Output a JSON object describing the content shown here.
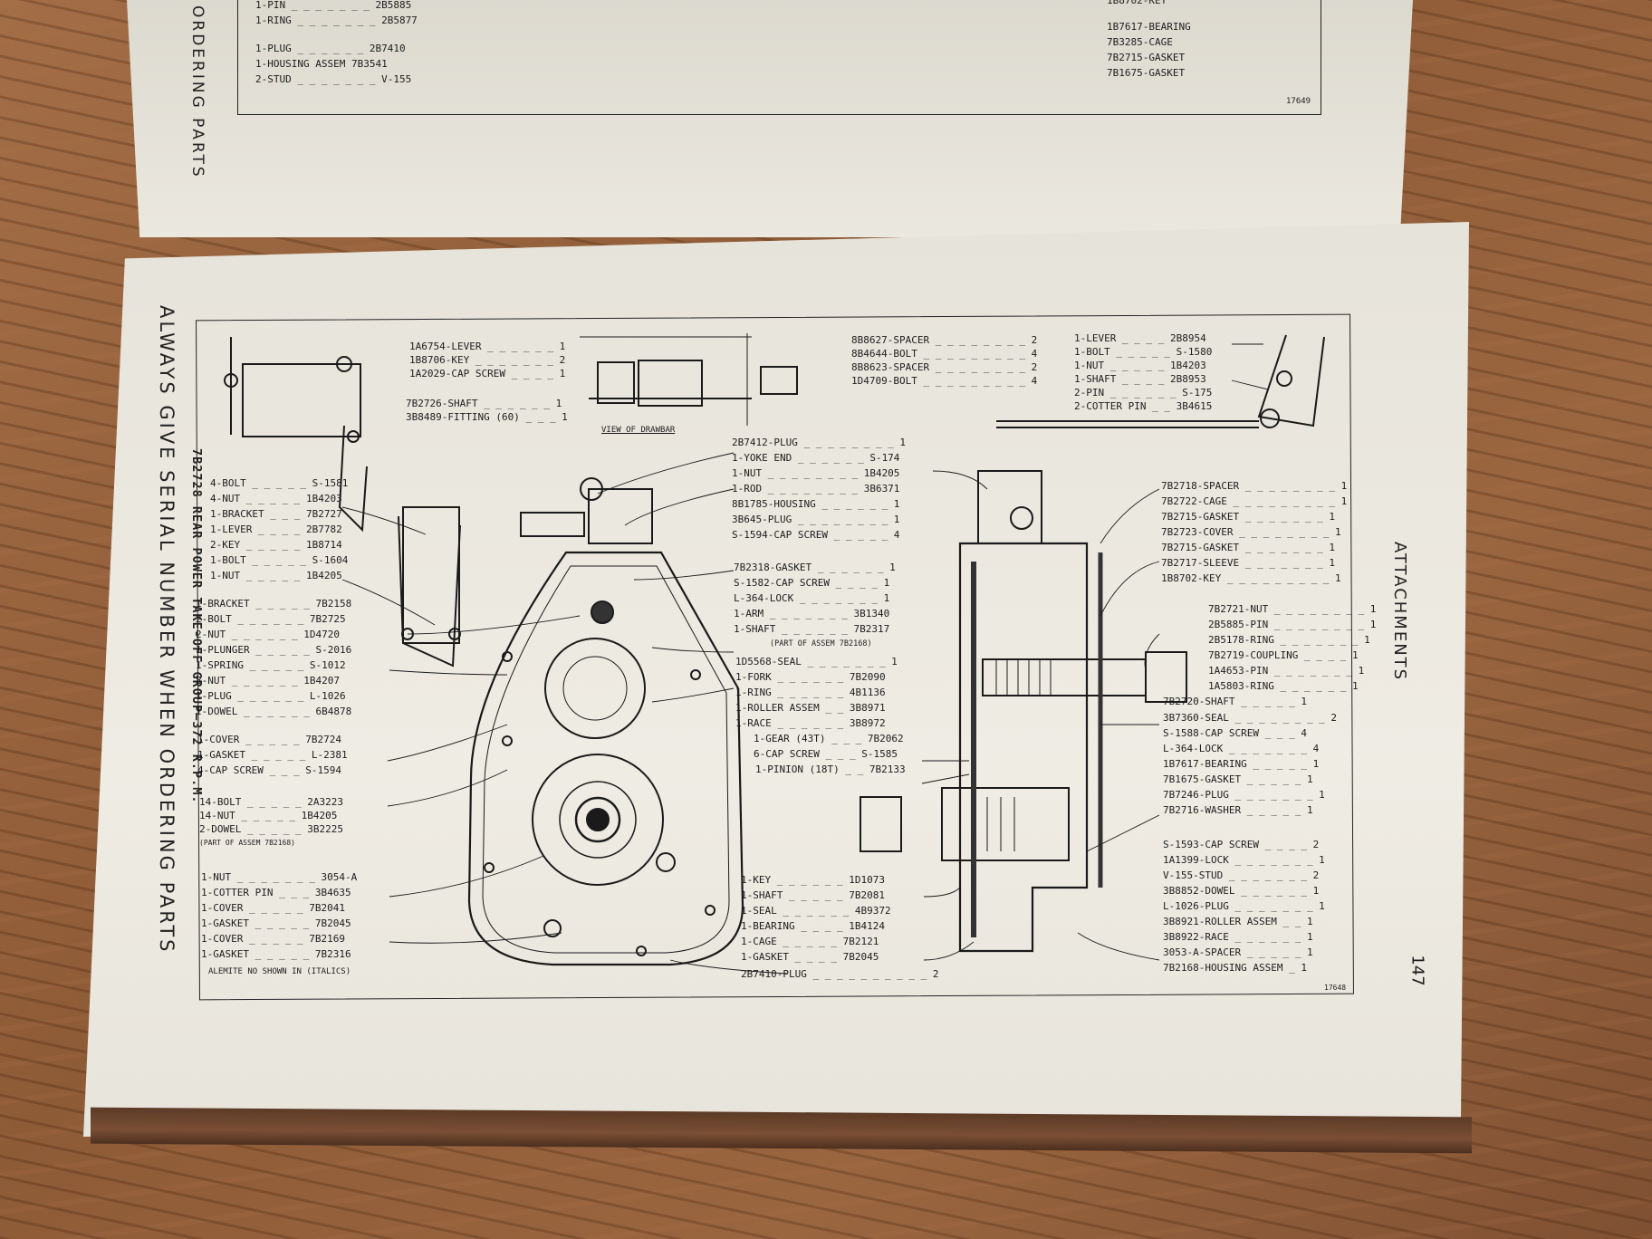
{
  "top_page": {
    "side_text": "ORDERING PARTS",
    "labels_left": [
      "1-PIN _ _ _ _ _ _ _ 2B5885",
      "1-RING _ _ _ _ _ _ _ 2B5877",
      "1-PLUG _ _ _ _ _ _ 2B7410",
      "1-HOUSING ASSEM 7B3541",
      "2-STUD _ _ _ _ _ _ _ V-155"
    ],
    "labels_right": [
      "1B8702-KEY",
      "1B7617-BEARING",
      "7B3285-CAGE",
      "7B2715-GASKET",
      "7B1675-GASKET"
    ],
    "figure_number": "17649"
  },
  "main_page": {
    "side_text": "ALWAYS GIVE SERIAL NUMBER WHEN ORDERING PARTS",
    "title": "7B2728 REAR POWER TAKE-OFF GROUP—372 R.P.M.",
    "section": "ATTACHMENTS",
    "page_number": "147",
    "figure_number": "17648",
    "drawbar_caption": "VIEW OF DRAWBAR",
    "alemite_note": "ALEMITE NO SHOWN IN (ITALICS)",
    "labels_top_left": [
      "1A6754-LEVER _ _ _ _ _ _ 1",
      "1B8706-KEY _ _ _ _ _ _ _ 2",
      "1A2029-CAP SCREW _ _ _ _ 1"
    ],
    "labels_shaft": [
      "7B2726-SHAFT _ _ _ _ _ _ 1",
      "3B8489-FITTING (60) _ _ _ 1"
    ],
    "labels_drawbar": [
      "8B8627-SPACER _ _ _ _ _ _ _ _ 2",
      "8B4644-BOLT _ _ _ _ _ _ _ _ _ 4",
      "8B8623-SPACER _ _ _ _ _ _ _ _ 2",
      "1D4709-BOLT _ _ _ _ _ _ _ _ _ 4"
    ],
    "labels_lever": [
      "1-LEVER _ _ _ _ 2B8954",
      "1-BOLT _ _ _ _ _ S-1580",
      "1-NUT _ _ _ _ _ 1B4203",
      "1-SHAFT _ _ _ _ 2B8953",
      "2-PIN _ _ _ _ _ _ S-175",
      "2-COTTER PIN _ _ 3B4615"
    ],
    "labels_left_a": [
      "4-BOLT _ _ _ _ _ S-1581",
      "4-NUT _ _ _ _ _ 1B4203",
      "1-BRACKET _ _ _ 7B2727",
      "1-LEVER _ _ _ _ 2B7782",
      "2-KEY _ _ _ _ _ 1B8714",
      "1-BOLT _ _ _ _ _ S-1604",
      "1-NUT _ _ _ _ _ 1B4205"
    ],
    "labels_left_b": [
      "1-BRACKET _ _ _ _ _ 7B2158",
      "2-BOLT _ _ _ _ _ _ 7B2725",
      "2-NUT _ _ _ _ _ _ 1D4720",
      "1-PLUNGER _ _ _ _ _ S-2016",
      "1-SPRING _ _ _ _ _ S-1012",
      "8-NUT _ _ _ _ _ _ 1B4207",
      "1-PLUG _ _ _ _ _ _ L-1026",
      "1-DOWEL _ _ _ _ _ _ 6B4878"
    ],
    "labels_left_c": [
      "1-COVER _ _ _ _ _ 7B2724",
      "1-GASKET _ _ _ _ _ L-2381",
      "4-CAP SCREW _ _ _ S-1594"
    ],
    "labels_left_d": [
      "14-BOLT _ _ _ _ _ 2A3223",
      "14-NUT _ _ _ _ _ 1B4205",
      "2-DOWEL _ _ _ _ _ 3B2225",
      "(PART OF ASSEM 7B2168)"
    ],
    "labels_left_e": [
      "1-NUT _ _ _ _ _ _ _ 3054-A",
      "1-COTTER PIN _ _ _ 3B4635",
      "1-COVER _ _ _ _ _ 7B2041",
      "1-GASKET _ _ _ _ _ 7B2045",
      "1-COVER _ _ _ _ _ 7B2169",
      "1-GASKET _ _ _ _ _ 7B2316"
    ],
    "labels_center_top": [
      "2B7412-PLUG _ _ _ _ _ _ _ _ 1",
      "1-YOKE END _ _ _ _ _ _ S-174",
      "1-NUT _ _ _ _ _ _ _ _ 1B4205",
      "1-ROD _ _ _ _ _ _ _ _ 3B6371",
      "8B1785-HOUSING _ _ _ _ _ _ 1",
      "3B645-PLUG _ _ _ _ _ _ _ _ 1",
      "S-1594-CAP SCREW _ _ _ _ _ 4"
    ],
    "labels_center_mid": [
      "7B2318-GASKET _ _ _ _ _ _ 1",
      "S-1582-CAP SCREW _ _ _ _ 1",
      "L-364-LOCK _ _ _ _ _ _ _ 1",
      "1-ARM _ _ _ _ _ _ _ 3B1340",
      "1-SHAFT _ _ _ _ _ _ 7B2317",
      "(PART OF ASSEM 7B2168)"
    ],
    "labels_center_low": [
      "1D5568-SEAL _ _ _ _ _ _ _ 1",
      "1-FORK _ _ _ _ _ _ 7B2090",
      "1-RING _ _ _ _ _ _ 4B1136",
      "1-ROLLER ASSEM _ _ 3B8971",
      "1-RACE _ _ _ _ _ _ 3B8972",
      "1-GEAR (43T) _ _ _ 7B2062",
      "6-CAP SCREW _ _ _ S-1585",
      "1-PINION (18T) _ _ 7B2133"
    ],
    "labels_center_bottom": [
      "1-KEY _ _ _ _ _ _ 1D1073",
      "1-SHAFT _ _ _ _ _ 7B2081",
      "1-SEAL _ _ _ _ _ _ 4B9372",
      "1-BEARING _ _ _ _ 1B4124",
      "1-CAGE _ _ _ _ _ 7B2121",
      "1-GASKET _ _ _ _ 7B2045"
    ],
    "label_plug_bottom": "2B7410-PLUG _ _ _ _ _ _ _ _ _ _ 2",
    "labels_right_a": [
      "7B2718-SPACER _ _ _ _ _ _ _ _ 1",
      "7B2722-CAGE _ _ _ _ _ _ _ _ _ 1",
      "7B2715-GASKET _ _ _ _ _ _ _ 1",
      "7B2723-COVER _ _ _ _ _ _ _ _ 1",
      "7B2715-GASKET _ _ _ _ _ _ _ 1",
      "7B2717-SLEEVE _ _ _ _ _ _ _ 1",
      "1B8702-KEY _ _ _ _ _ _ _ _ _ 1"
    ],
    "labels_right_b": [
      "7B2721-NUT _ _ _ _ _ _ _ _ 1",
      "2B5885-PIN _ _ _ _ _ _ _ _ 1",
      "2B5178-RING _ _ _ _ _ _ _ 1",
      "7B2719-COUPLING _ _ _ _ 1",
      "1A4653-PIN _ _ _ _ _ _ _ 1",
      "1A5803-RING _ _ _ _ _ _ 1",
      "7B2720-SHAFT _ _ _ _ _ 1"
    ],
    "labels_right_c": [
      "3B7360-SEAL _ _ _ _ _ _ _ _ 2",
      "S-1588-CAP SCREW _ _ _ 4",
      "L-364-LOCK _ _ _ _ _ _ _ 4",
      "1B7617-BEARING _ _ _ _ _ 1",
      "7B1675-GASKET _ _ _ _ _ 1",
      "7B7246-PLUG _ _ _ _ _ _ _ 1",
      "7B2716-WASHER _ _ _ _ _ 1"
    ],
    "labels_right_d": [
      "S-1593-CAP SCREW _ _ _ _ 2",
      "1A1399-LOCK _ _ _ _ _ _ _ 1",
      "V-155-STUD _ _ _ _ _ _ _ 2",
      "3B8852-DOWEL _ _ _ _ _ _ 1",
      "L-1026-PLUG _ _ _ _ _ _ _ 1",
      "3B8921-ROLLER ASSEM _ _ 1",
      "3B8922-RACE _ _ _ _ _ _ 1",
      "3053-A-SPACER _ _ _ _ _ 1",
      "7B2168-HOUSING ASSEM _ 1"
    ]
  }
}
